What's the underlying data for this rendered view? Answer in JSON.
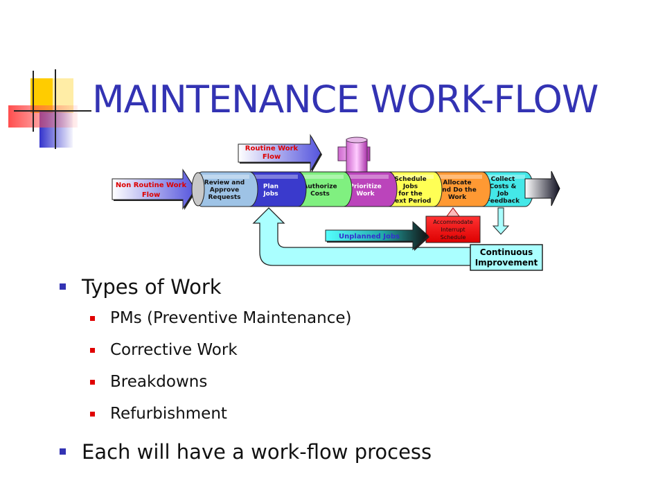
{
  "title": "MAINTENANCE WORK-FLOW",
  "diagram": {
    "non_routine": [
      "Non Routine Work",
      "Flow"
    ],
    "routine": [
      "Routine Work",
      "Flow"
    ],
    "steps": [
      {
        "lines": [
          "Review and",
          "Approve",
          "Requests"
        ],
        "color": "#9ec3e6"
      },
      {
        "lines": [
          "Plan",
          "Jobs"
        ],
        "color": "#3a3acc"
      },
      {
        "lines": [
          "Authorize",
          "Costs"
        ],
        "color": "#80f080"
      },
      {
        "lines": [
          "Prioritize",
          "Work"
        ],
        "color": "#bb44bb"
      },
      {
        "lines": [
          "Schedule",
          "Jobs",
          "for the",
          "Next Period"
        ],
        "color": "#ffff55"
      },
      {
        "lines": [
          "Allocate",
          "and Do the",
          "Work"
        ],
        "color": "#ff9933"
      },
      {
        "lines": [
          "Collect",
          "Costs &",
          "Job",
          "Feedback"
        ],
        "color": "#44e8e8"
      }
    ],
    "unplanned": "Unplanned Jobs",
    "accommodate": [
      "Accommodate",
      "Interrupt",
      "Schedule"
    ],
    "continuous": [
      "Continuous",
      "Improvement"
    ]
  },
  "bullets": {
    "types": "Types of Work",
    "subs": [
      "PMs (Preventive Maintenance)",
      "Corrective Work",
      "Breakdowns",
      "Refurbishment"
    ],
    "each": "Each will have a work-flow process"
  }
}
